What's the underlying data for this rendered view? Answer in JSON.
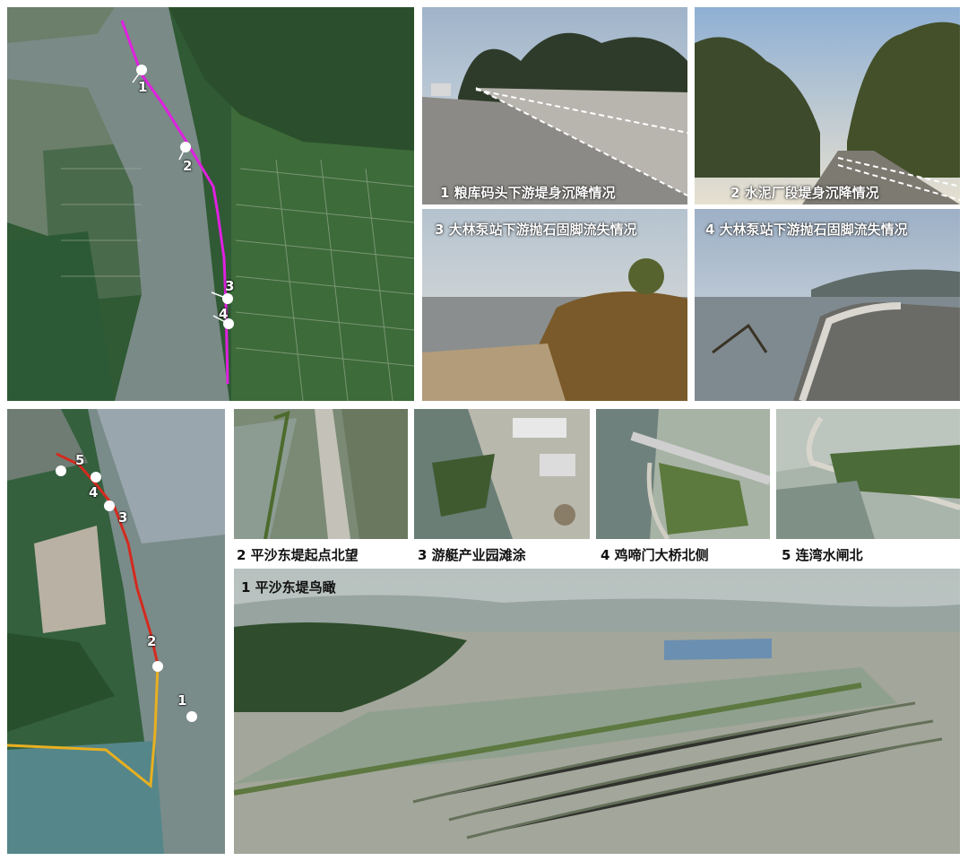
{
  "photos": {
    "top": [
      {
        "caption": "1 粮库码头下游堤身沉降情况"
      },
      {
        "caption": "2 水泥厂段堤身沉降情况"
      },
      {
        "caption": "3 大林泵站下游抛石固脚流失情况"
      },
      {
        "caption": "4 大林泵站下游抛石固脚流失情况"
      }
    ],
    "bottom_small": [
      {
        "caption": "2 平沙东堤起点北望"
      },
      {
        "caption": "3 游艇产业园滩涂"
      },
      {
        "caption": "4 鸡啼门大桥北侧"
      },
      {
        "caption": "5 连湾水闸北"
      }
    ],
    "bottom_large": {
      "caption": "1 平沙东堤鸟瞰"
    }
  },
  "map_top": {
    "markers": [
      "1",
      "2",
      "3",
      "4"
    ],
    "route_color": "#e020e0"
  },
  "map_bottom": {
    "markers": [
      "5",
      "4",
      "3",
      "2",
      "1"
    ],
    "route_colors": [
      "#d42a1e",
      "#e8b020"
    ]
  }
}
